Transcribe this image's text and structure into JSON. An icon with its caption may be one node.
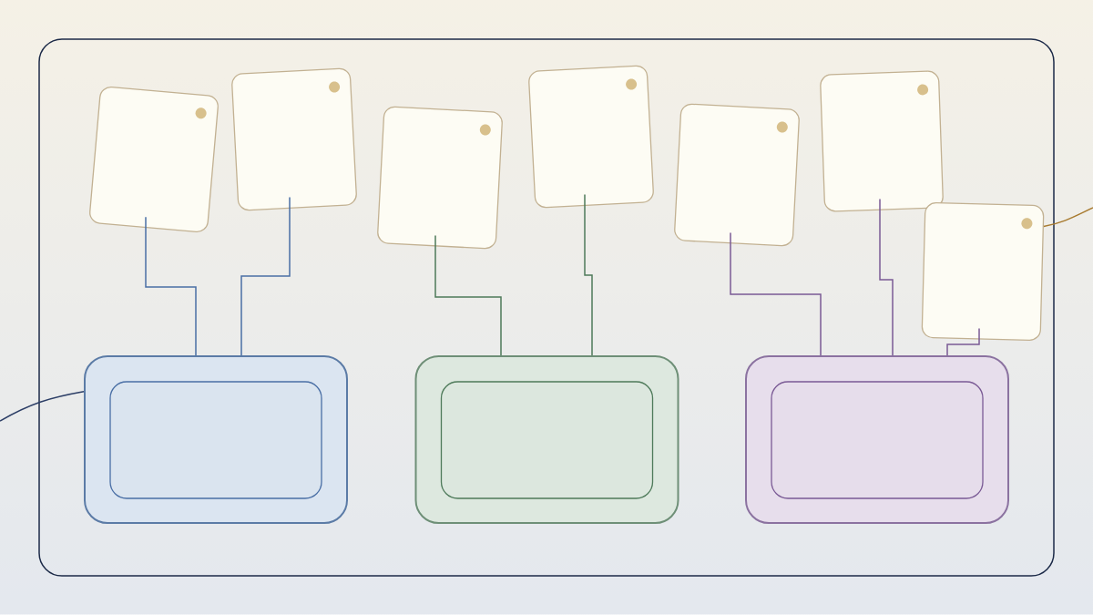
{
  "diagram": {
    "nodes": [
      {
        "text": [],
        "shape": "box"
      },
      {
        "text": [],
        "shape": "box",
        "in": 0
      },
      {
        "text": [],
        "shape": "box",
        "in": 0
      },
      {
        "text": [],
        "shape": "box",
        "in": 0
      },
      {
        "text": [],
        "shape": "box",
        "in": 0
      },
      {
        "text": [],
        "shape": "box",
        "in": 0
      },
      {
        "text": [],
        "shape": "box",
        "in": 0
      },
      {
        "text": [],
        "shape": "box",
        "in": 0
      },
      {
        "text": [],
        "shape": "box",
        "in": 0
      },
      {
        "text": [],
        "shape": "box",
        "in": 8
      },
      {
        "text": [],
        "shape": "box",
        "in": 0
      },
      {
        "text": [],
        "shape": "box",
        "in": 10
      },
      {
        "text": [],
        "shape": "box",
        "in": 0
      },
      {
        "text": [],
        "shape": "box",
        "in": 12
      }
    ],
    "edges": [
      {
        "from": 1,
        "to": 8,
        "arrow": "none",
        "color": "#4a6fa5"
      },
      {
        "from": 2,
        "to": 8,
        "arrow": "none",
        "color": "#4a6fa5"
      },
      {
        "from": 3,
        "to": 10,
        "arrow": "none",
        "color": "#4e7a5a"
      },
      {
        "from": 4,
        "to": 10,
        "arrow": "none",
        "color": "#4e7a5a"
      },
      {
        "from": 5,
        "to": 12,
        "arrow": "none",
        "color": "#7a5a95"
      },
      {
        "from": 6,
        "to": 12,
        "arrow": "none",
        "color": "#7a5a95"
      },
      {
        "from": 7,
        "to": 12,
        "arrow": "none",
        "color": "#7a5a95"
      },
      {
        "from": null,
        "to": 8,
        "arrow": "none",
        "color": "#2c3e66"
      },
      {
        "from": 7,
        "to": null,
        "arrow": "none",
        "color": "#a87b30"
      }
    ]
  }
}
